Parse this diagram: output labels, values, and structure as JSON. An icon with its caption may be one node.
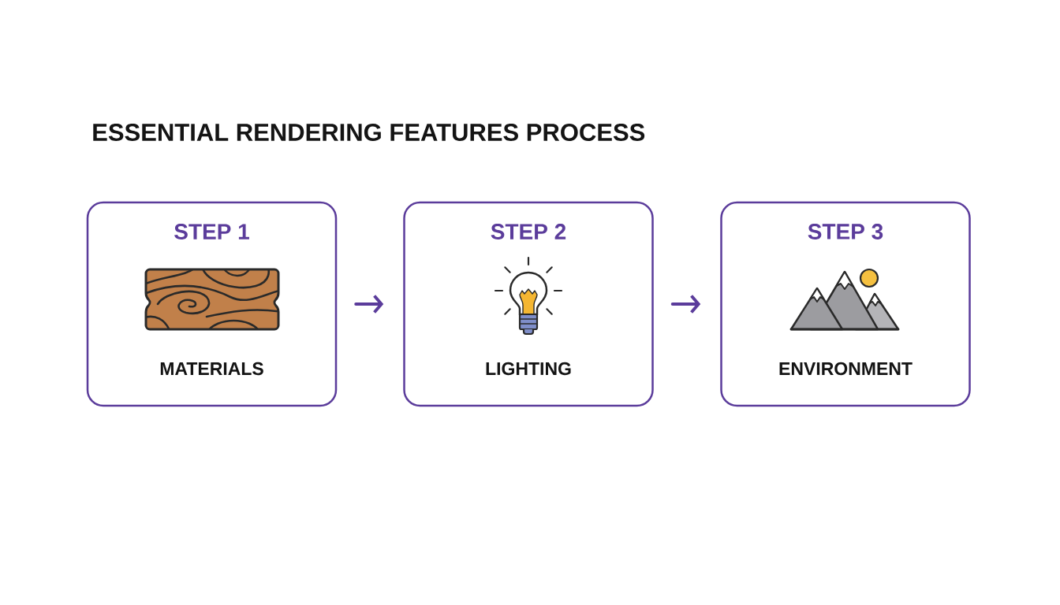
{
  "diagram": {
    "title": "ESSENTIAL RENDERING FEATURES PROCESS",
    "nodes": [
      {
        "text": [
          "STEP 1",
          "MATERIALS"
        ]
      },
      {
        "text": [
          "STEP 2",
          "LIGHTING"
        ]
      },
      {
        "text": [
          "STEP 3",
          "ENVIRONMENT"
        ]
      }
    ],
    "edges": [
      {
        "from": 0,
        "to": 1,
        "arrow": "to"
      },
      {
        "from": 1,
        "to": 2,
        "arrow": "to"
      }
    ]
  }
}
